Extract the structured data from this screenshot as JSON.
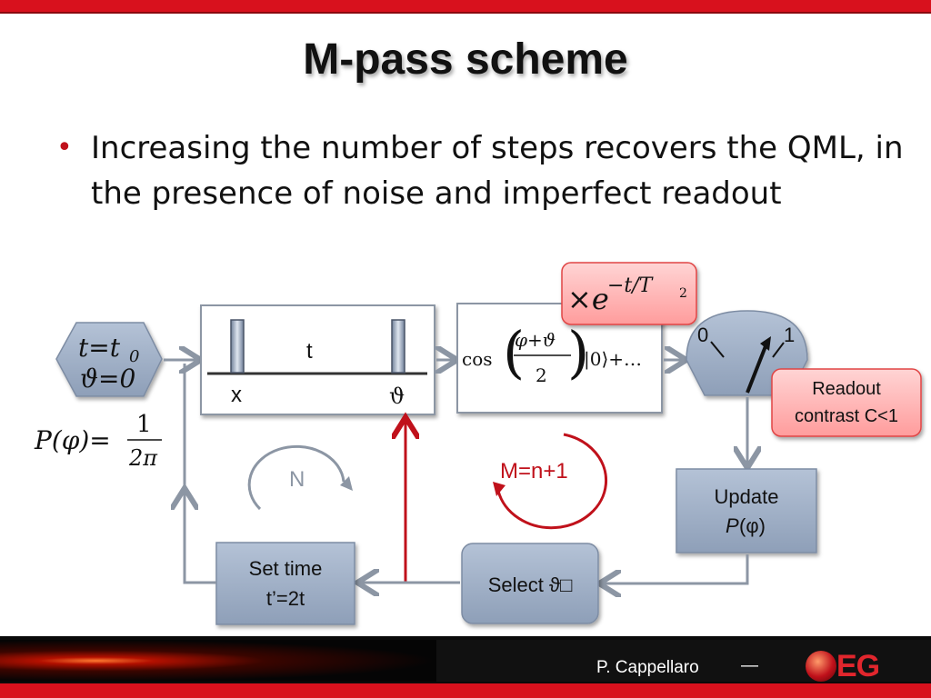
{
  "title": "M-pass scheme",
  "bullet": "Increasing the number of steps recovers the QML, in the presence of noise and imperfect readout",
  "init": {
    "line1": "t=t",
    "line1_sub": "0",
    "line2": "ϑ=0"
  },
  "prior": {
    "lhs": "P(φ)=",
    "num": "1",
    "den": "2π"
  },
  "pulse": {
    "t_label": "t",
    "x_label": "x",
    "theta_label": "ϑ"
  },
  "state": {
    "cos": "cos",
    "num": "φ+ϑ",
    "den": "2",
    "ket": "|0⟩+…"
  },
  "decay": {
    "times": "×e",
    "exponent": "−t/T",
    "exp_sub": "2"
  },
  "meter": {
    "zero": "0",
    "one": "1"
  },
  "readout": {
    "line1": "Readout",
    "line2": "contrast C<1"
  },
  "update": {
    "line1": "Update",
    "line2_p": "P",
    "line2_rest": "(φ)"
  },
  "select": {
    "label": "Select ϑ□"
  },
  "settime": {
    "line1": "Set time",
    "line2": "t’=2t"
  },
  "loop_n": "N",
  "loop_m": "M=n+1",
  "footer": {
    "author": "P. Cappellaro",
    "dash": "—",
    "logo": "EG"
  },
  "colors": {
    "accent_red": "#d8111d",
    "box_fill": "#9eaec6",
    "arrow_gray": "#8c96a4",
    "arrow_red": "#c0111b",
    "pink": "#ffb0b0"
  }
}
